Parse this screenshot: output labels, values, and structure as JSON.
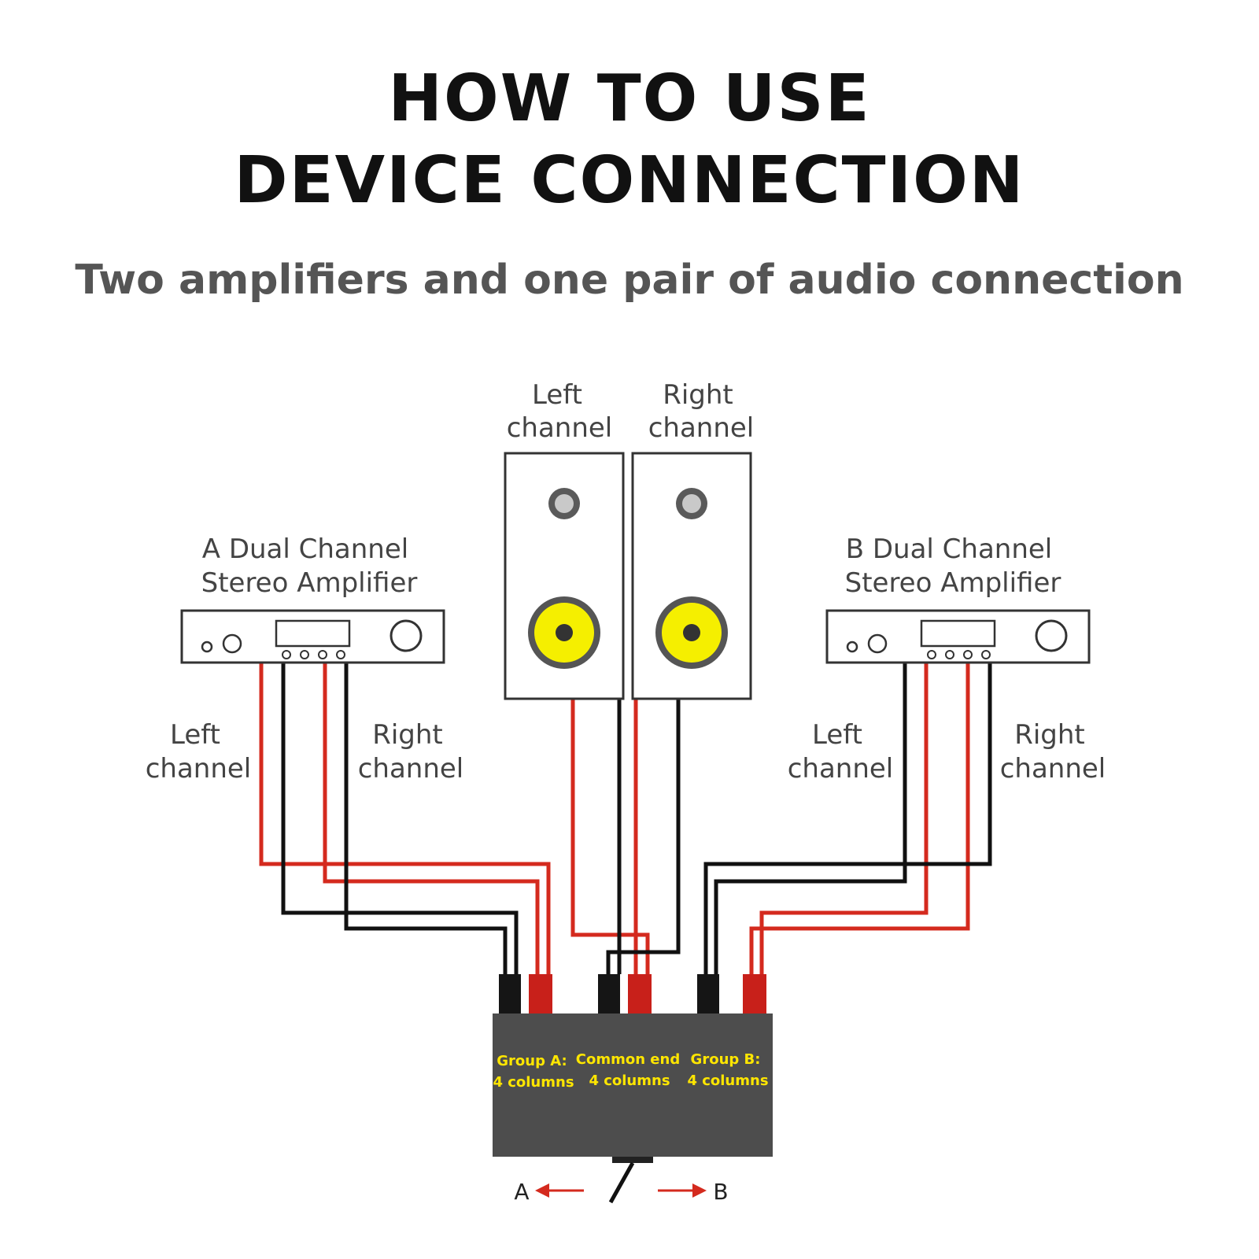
{
  "header": {
    "line1": "HOW TO USE",
    "line2": "DEVICE CONNECTION",
    "subtitle": "Two amplifiers and one pair of audio connection"
  },
  "speakers": {
    "left_label": [
      "Left",
      "channel"
    ],
    "right_label": [
      "Right",
      "channel"
    ]
  },
  "amplifier_a": {
    "label": [
      "A Dual Channel",
      "Stereo Amplifier"
    ],
    "left_label": [
      "Left",
      "channel"
    ],
    "right_label": [
      "Right",
      "channel"
    ]
  },
  "amplifier_b": {
    "label": [
      "B Dual Channel",
      "Stereo Amplifier"
    ],
    "left_label": [
      "Left",
      "channel"
    ],
    "right_label": [
      "Right",
      "channel"
    ]
  },
  "switch_box": {
    "group_a": [
      "Group A:",
      "4 columns"
    ],
    "common": [
      "Common end",
      "4 columns"
    ],
    "group_b": [
      "Group B:",
      "4 columns"
    ],
    "direction_a": "A",
    "direction_b": "B"
  },
  "colors": {
    "positive_wire": "#d42a1e",
    "negative_wire": "#111111",
    "box_fill": "#4d4d4d",
    "label_text": "#ffe600",
    "woofer": "#f5ef00"
  }
}
